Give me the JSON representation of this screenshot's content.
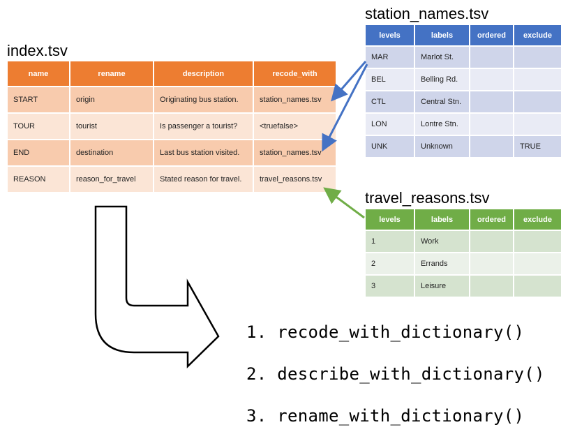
{
  "index": {
    "title": "index.tsv",
    "headers": [
      "name",
      "rename",
      "description",
      "recode_with"
    ],
    "rows": [
      [
        "START",
        "origin",
        "Originating bus station.",
        "station_names.tsv"
      ],
      [
        "TOUR",
        "tourist",
        "Is passenger a tourist?",
        "<truefalse>"
      ],
      [
        "END",
        "destination",
        "Last bus station visited.",
        "station_names.tsv"
      ],
      [
        "REASON",
        "reason_for_travel",
        "Stated reason for travel.",
        "travel_reasons.tsv"
      ]
    ]
  },
  "station_names": {
    "title": "station_names.tsv",
    "headers": [
      "levels",
      "labels",
      "ordered",
      "exclude"
    ],
    "rows": [
      [
        "MAR",
        "Marlot St.",
        "",
        ""
      ],
      [
        "BEL",
        "Belling Rd.",
        "",
        ""
      ],
      [
        "CTL",
        "Central Stn.",
        "",
        ""
      ],
      [
        "LON",
        "Lontre Stn.",
        "",
        ""
      ],
      [
        "UNK",
        "Unknown",
        "",
        "TRUE"
      ]
    ]
  },
  "travel_reasons": {
    "title": "travel_reasons.tsv",
    "headers": [
      "levels",
      "labels",
      "ordered",
      "exclude"
    ],
    "rows": [
      [
        "1",
        "Work",
        "",
        ""
      ],
      [
        "2",
        "Errands",
        "",
        ""
      ],
      [
        "3",
        "Leisure",
        "",
        ""
      ]
    ]
  },
  "functions": [
    "1. recode_with_dictionary()",
    "2. describe_with_dictionary()",
    "3. rename_with_dictionary()"
  ],
  "colors": {
    "index_header": "#ed7d31",
    "station_header": "#4472c4",
    "reasons_header": "#70ad47",
    "station_arrow": "#4472c4",
    "reasons_arrow": "#70ad47"
  }
}
